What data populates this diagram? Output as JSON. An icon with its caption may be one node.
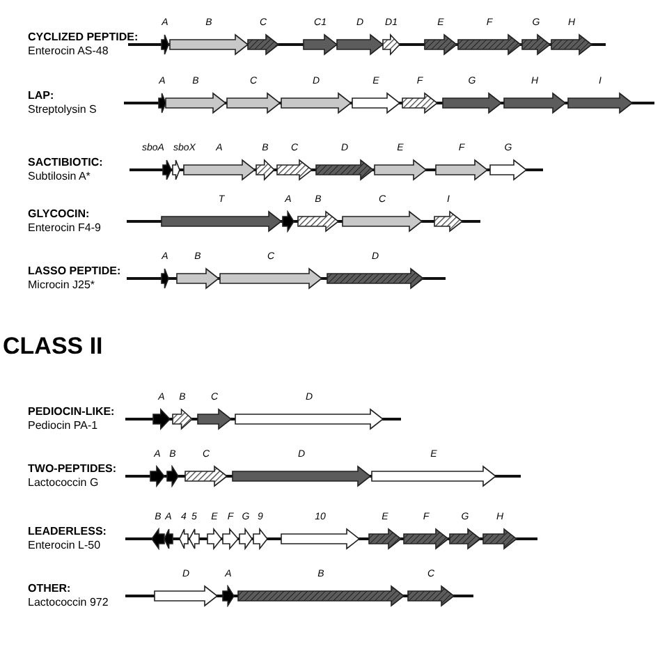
{
  "diagram": {
    "nodes": [
      {
        "text": [
          "A"
        ]
      },
      {
        "text": [
          "B"
        ]
      },
      {
        "text": [
          "C"
        ]
      },
      {
        "text": [
          "C1"
        ]
      },
      {
        "text": [
          "D"
        ]
      },
      {
        "text": [
          "D1"
        ]
      },
      {
        "text": [
          "E"
        ]
      },
      {
        "text": [
          "F"
        ]
      },
      {
        "text": [
          "G"
        ]
      },
      {
        "text": [
          "H"
        ]
      },
      {
        "text": [
          "A"
        ]
      },
      {
        "text": [
          "B"
        ]
      },
      {
        "text": [
          "C"
        ]
      },
      {
        "text": [
          "D"
        ]
      },
      {
        "text": [
          "E"
        ]
      },
      {
        "text": [
          "F"
        ]
      },
      {
        "text": [
          "G"
        ]
      },
      {
        "text": [
          "H"
        ]
      },
      {
        "text": [
          "I"
        ]
      },
      {
        "text": [
          "sboA"
        ]
      },
      {
        "text": [
          "sboX"
        ]
      },
      {
        "text": [
          "A"
        ]
      },
      {
        "text": [
          "B"
        ]
      },
      {
        "text": [
          "C"
        ]
      },
      {
        "text": [
          "D"
        ]
      },
      {
        "text": [
          "E"
        ]
      },
      {
        "text": [
          "F"
        ]
      },
      {
        "text": [
          "G"
        ]
      },
      {
        "text": [
          "T"
        ]
      },
      {
        "text": [
          "A"
        ]
      },
      {
        "text": [
          "B"
        ]
      },
      {
        "text": [
          "C"
        ]
      },
      {
        "text": [
          "I"
        ]
      },
      {
        "text": [
          "A"
        ]
      },
      {
        "text": [
          "B"
        ]
      },
      {
        "text": [
          "C"
        ]
      },
      {
        "text": [
          "D"
        ]
      },
      {
        "text": [
          "A"
        ]
      },
      {
        "text": [
          "B"
        ]
      },
      {
        "text": [
          "C"
        ]
      },
      {
        "text": [
          "D"
        ]
      },
      {
        "text": [
          "A"
        ]
      },
      {
        "text": [
          "B"
        ]
      },
      {
        "text": [
          "C"
        ]
      },
      {
        "text": [
          "D"
        ]
      },
      {
        "text": [
          "E"
        ]
      },
      {
        "text": [
          "B"
        ]
      },
      {
        "text": [
          "A"
        ]
      },
      {
        "text": [
          "4"
        ]
      },
      {
        "text": [
          "5"
        ]
      },
      {
        "text": [
          "E"
        ]
      },
      {
        "text": [
          "F"
        ]
      },
      {
        "text": [
          "G"
        ]
      },
      {
        "text": [
          "9"
        ]
      },
      {
        "text": [
          "10"
        ]
      },
      {
        "text": [
          "E"
        ]
      },
      {
        "text": [
          "F"
        ]
      },
      {
        "text": [
          "G"
        ]
      },
      {
        "text": [
          "H"
        ]
      },
      {
        "text": [
          "D"
        ]
      },
      {
        "text": [
          "A"
        ]
      },
      {
        "text": [
          "B"
        ]
      },
      {
        "text": [
          "C"
        ]
      }
    ],
    "labels": [
      "CYCLIZED PEPTIDE:",
      "Enterocin AS-48",
      "LAP:",
      "Streptolysin S",
      "SACTIBIOTIC:",
      "Subtilosin A*",
      "GLYCOCIN:",
      "Enterocin F4-9",
      "LASSO PEPTIDE:",
      "Microcin J25*",
      "CLASS II",
      "PEDIOCIN-LIKE:",
      "Pediocin PA-1",
      "TWO-PEPTIDES:",
      "Lactococcin G",
      "LEADERLESS:",
      "Enterocin L-50",
      "OTHER:",
      "Lactococcin 972"
    ]
  }
}
